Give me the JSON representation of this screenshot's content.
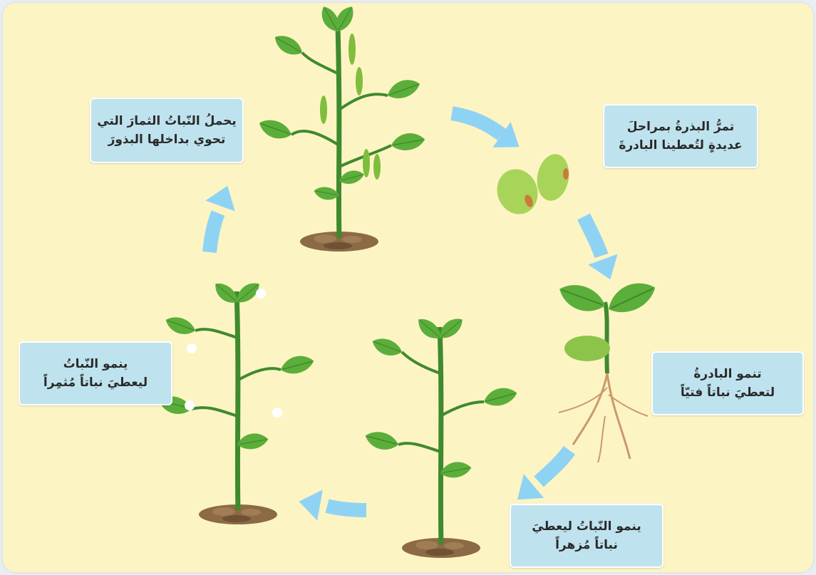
{
  "diagram": {
    "stages": [
      {
        "lines": [
          "يحملُ النّباتُ الثمارَ التي",
          "تحوي بداخلها البذورَ"
        ]
      },
      {
        "lines": [
          "تمرُّ البذرةُ بمراحلَ",
          "عديدةٍ لتُعطينا البادرةَ"
        ]
      },
      {
        "lines": [
          "تنمو البادرةُ",
          "لتعطيَ نباتاً فتيّاً"
        ]
      },
      {
        "lines": [
          "ينمو النّباتُ ليعطيَ",
          "نباتاً مُزهراً"
        ]
      },
      {
        "lines": [
          "ينمو النّباتُ",
          "ليعطيَ نباتاً مُثمِراً"
        ]
      }
    ],
    "colors": {
      "background": "#fdf4c4",
      "label_fill": "#bfe3ee",
      "arrow": "#8fd3f4",
      "leaf": "#5cae3a",
      "stem": "#3f8a2e",
      "soil": "#8b6a45",
      "seed": "#a9d45a"
    },
    "icons": [
      "fruiting-plant-icon",
      "seeds-icon",
      "seedling-icon",
      "young-plant-icon",
      "flowering-plant-icon",
      "cycle-arrow-icon"
    ]
  }
}
